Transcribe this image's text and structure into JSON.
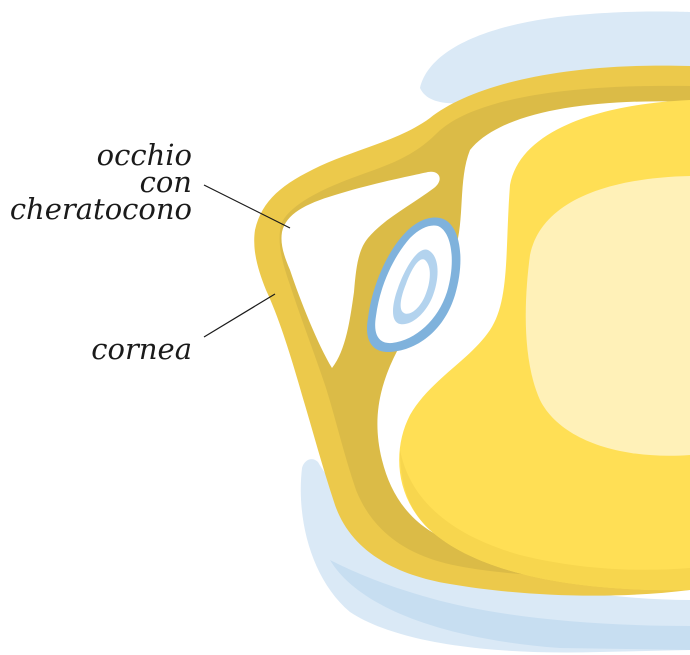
{
  "labels": {
    "keratoconus_eye": {
      "line1": "occhio",
      "line2": "con",
      "line3": "cheratocono"
    },
    "cornea": "cornea"
  },
  "colors": {
    "background": "#ffffff",
    "tissue_light_blue": "#dae9f6",
    "tissue_mid_blue": "#c7def1",
    "sclera_yellow": "#ecc94b",
    "sclera_dark_yellow": "#dbbb47",
    "lens_yellow": "#ffdf55",
    "vitreous_light": "#fff1b8",
    "iris_outline_blue": "#7fb2dc",
    "iris_inner_blue": "#b3d3ee",
    "leader_line": "#1a1a1a"
  }
}
